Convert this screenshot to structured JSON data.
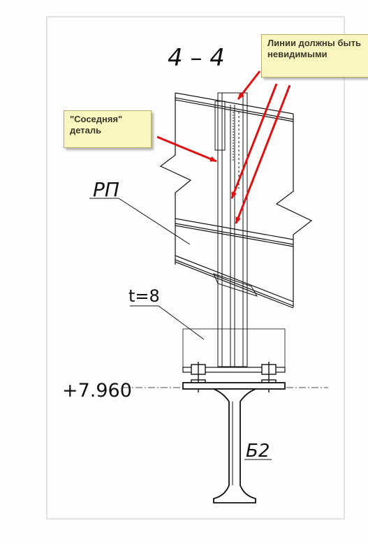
{
  "drawing": {
    "section_title": "4 – 4",
    "plate_label": "РП",
    "thickness_label": "t=8",
    "elevation_label": "+7.960",
    "beam_label": "Б2"
  },
  "callouts": {
    "hidden_lines": "Линии должны быть\nневидимыми",
    "neighbor_part": "\"Соседняя\"\nдеталь"
  },
  "colors": {
    "line": "#111111",
    "arrow": "#dd1111",
    "callout_bg": "#fbf6c0",
    "frame": "#c8c8c8"
  }
}
